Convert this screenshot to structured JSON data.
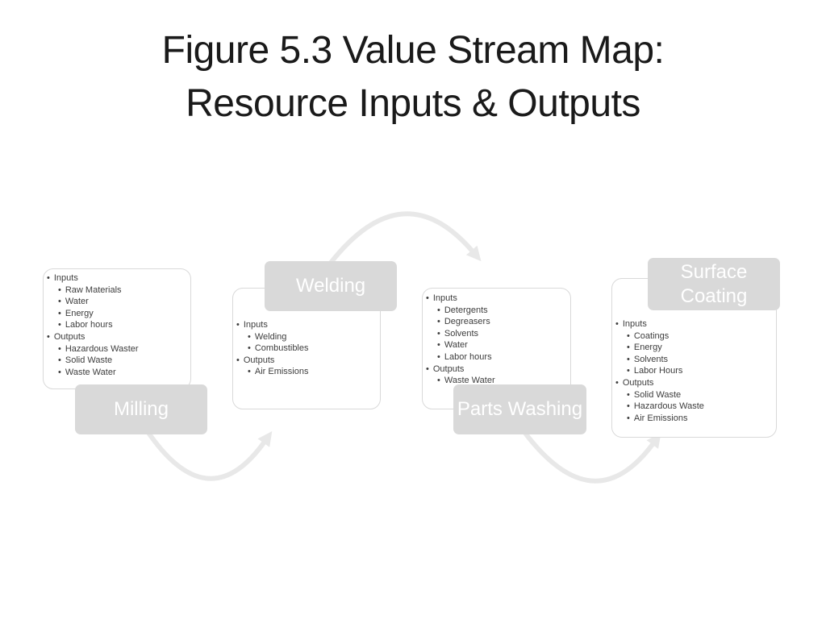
{
  "slide": {
    "title_line1": "Figure 5.3 Value Stream Map:",
    "title_line2": "Resource Inputs & Outputs"
  },
  "colors": {
    "label_bg": "#d9d9d9",
    "label_text": "#ffffff",
    "box_border": "#d9d9d9",
    "arrow": "#e8e8e8",
    "title_text": "#1a1a1a",
    "list_text": "#3d3d3d"
  },
  "processes": [
    {
      "label": "Milling",
      "sections": [
        {
          "heading": "Inputs",
          "items": [
            "Raw Materials",
            "Water",
            "Energy",
            "Labor hours"
          ]
        },
        {
          "heading": "Outputs",
          "items": [
            "Hazardous Waster",
            "Solid Waste",
            "Waste Water"
          ]
        }
      ]
    },
    {
      "label": "Welding",
      "sections": [
        {
          "heading": "Inputs",
          "items": [
            "Welding",
            "Combustibles"
          ]
        },
        {
          "heading": "Outputs",
          "items": [
            "Air Emissions"
          ]
        }
      ]
    },
    {
      "label": "Parts Washing",
      "sections": [
        {
          "heading": "Inputs",
          "items": [
            "Detergents",
            "Degreasers",
            "Solvents",
            "Water",
            "Labor hours"
          ]
        },
        {
          "heading": "Outputs",
          "items": [
            "Waste Water"
          ]
        }
      ]
    },
    {
      "label": "Surface Coating",
      "sections": [
        {
          "heading": "Inputs",
          "items": [
            "Coatings",
            "Energy",
            "Solvents",
            "Labor Hours"
          ]
        },
        {
          "heading": "Outputs",
          "items": [
            "Solid Waste",
            "Hazardous Waste",
            "Air Emissions"
          ]
        }
      ]
    }
  ],
  "flow": [
    {
      "from": "Milling",
      "to": "Welding",
      "arc": "under"
    },
    {
      "from": "Welding",
      "to": "Parts Washing",
      "arc": "over"
    },
    {
      "from": "Parts Washing",
      "to": "Surface Coating",
      "arc": "under"
    }
  ]
}
